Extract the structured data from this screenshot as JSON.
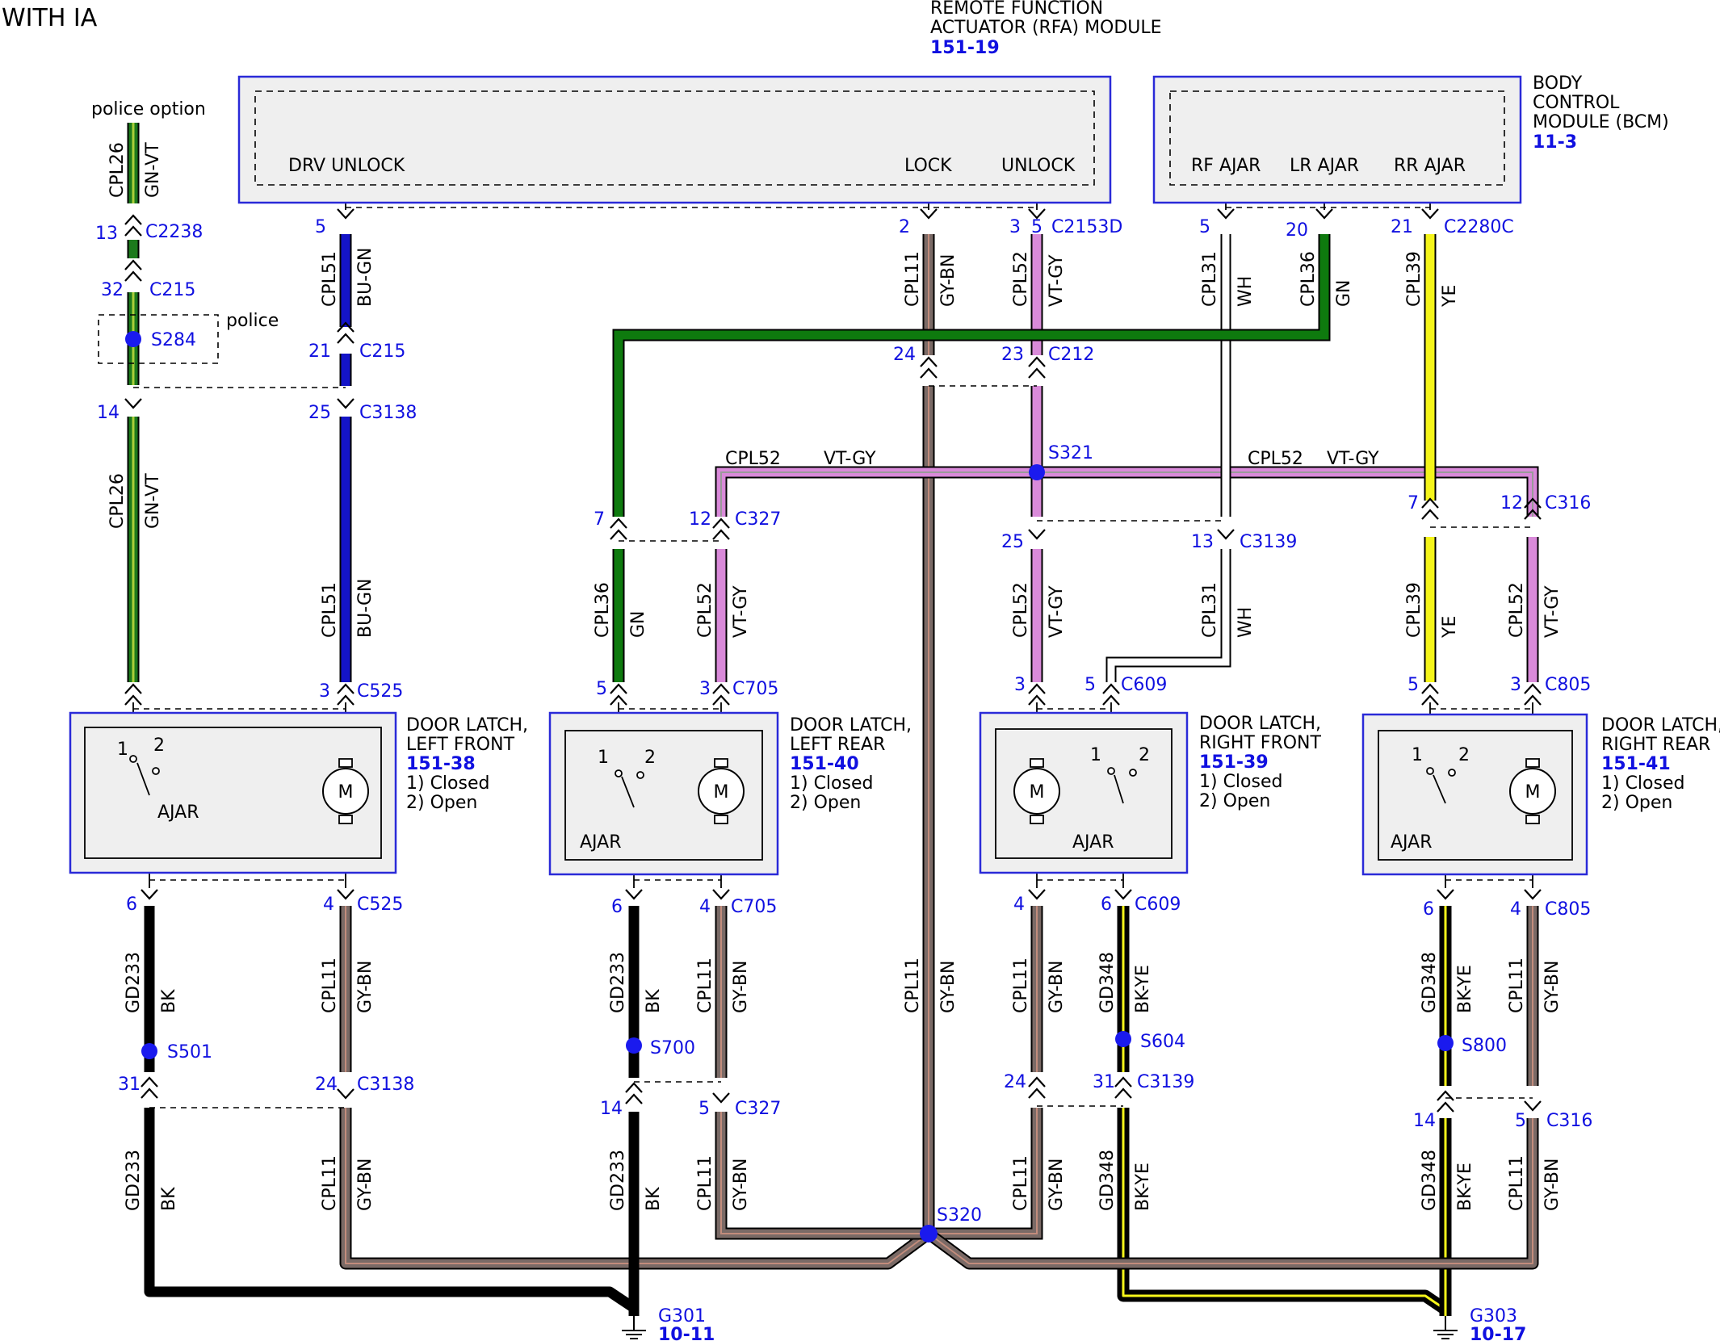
{
  "title": "WITH IA",
  "modules": {
    "rfa": {
      "line1": "REMOTE FUNCTION",
      "line2": "ACTUATOR (RFA) MODULE",
      "ref": "151-19",
      "pin_drv_unlock": "DRV UNLOCK",
      "pin_lock": "LOCK",
      "pin_unlock": "UNLOCK"
    },
    "bcm": {
      "line1": "BODY",
      "line2": "CONTROL",
      "line3": "MODULE (BCM)",
      "ref": "11-3",
      "pin_rf": "RF AJAR",
      "pin_lr": "LR AJAR",
      "pin_rr": "RR AJAR"
    }
  },
  "latches": [
    {
      "line1": "DOOR LATCH,",
      "line2": "LEFT FRONT",
      "ref": "151-38",
      "state1": "1) Closed",
      "state2": "2) Open",
      "ajar": "AJAR"
    },
    {
      "line1": "DOOR LATCH,",
      "line2": "LEFT REAR",
      "ref": "151-40",
      "state1": "1) Closed",
      "state2": "2) Open",
      "ajar": "AJAR"
    },
    {
      "line1": "DOOR LATCH,",
      "line2": "RIGHT FRONT",
      "ref": "151-39",
      "state1": "1) Closed",
      "state2": "2) Open",
      "ajar": "AJAR"
    },
    {
      "line1": "DOOR LATCH,",
      "line2": "RIGHT REAR",
      "ref": "151-41",
      "state1": "1) Closed",
      "state2": "2) Open",
      "ajar": "AJAR"
    }
  ],
  "switch_pos": {
    "p1": "1",
    "p2": "2"
  },
  "motor_label": "M",
  "police": {
    "option": "police option",
    "box": "police"
  },
  "grounds": [
    {
      "name": "G301",
      "ref": "10-11"
    },
    {
      "name": "G303",
      "ref": "10-17"
    }
  ],
  "pins": [
    {
      "id": "p1",
      "t": "13"
    },
    {
      "id": "p2",
      "t": "C2238"
    },
    {
      "id": "p3",
      "t": "32"
    },
    {
      "id": "p4",
      "t": "C215"
    },
    {
      "id": "p5",
      "t": "S284"
    },
    {
      "id": "p6",
      "t": "14"
    },
    {
      "id": "p7",
      "t": "5"
    },
    {
      "id": "p8",
      "t": "5"
    },
    {
      "id": "p9",
      "t": "C215"
    },
    {
      "id": "p10",
      "t": "21"
    },
    {
      "id": "p11",
      "t": "25"
    },
    {
      "id": "p12",
      "t": "C3138"
    },
    {
      "id": "p13",
      "t": "3"
    },
    {
      "id": "p14",
      "t": "C525"
    },
    {
      "id": "p15",
      "t": "2"
    },
    {
      "id": "p16",
      "t": "3"
    },
    {
      "id": "p17",
      "t": "C2153D"
    },
    {
      "id": "p18",
      "t": "24"
    },
    {
      "id": "p19",
      "t": "23"
    },
    {
      "id": "p20",
      "t": "C212"
    },
    {
      "id": "p21",
      "t": "S321"
    },
    {
      "id": "p22",
      "t": "5"
    },
    {
      "id": "p23",
      "t": "20"
    },
    {
      "id": "p24",
      "t": "21"
    },
    {
      "id": "p25",
      "t": "C2280C"
    },
    {
      "id": "p26",
      "t": "7"
    },
    {
      "id": "p27",
      "t": "12"
    },
    {
      "id": "p28",
      "t": "C327"
    },
    {
      "id": "p29",
      "t": "5"
    },
    {
      "id": "p30",
      "t": "3"
    },
    {
      "id": "p31",
      "t": "C705"
    },
    {
      "id": "p32",
      "t": "25"
    },
    {
      "id": "p33",
      "t": "13"
    },
    {
      "id": "p34",
      "t": "C3139"
    },
    {
      "id": "p35",
      "t": "3"
    },
    {
      "id": "p36",
      "t": "5"
    },
    {
      "id": "p37",
      "t": "C609"
    },
    {
      "id": "p38",
      "t": "7"
    },
    {
      "id": "p39",
      "t": "12"
    },
    {
      "id": "p40",
      "t": "C316"
    },
    {
      "id": "p41",
      "t": "5"
    },
    {
      "id": "p42",
      "t": "3"
    },
    {
      "id": "p43",
      "t": "C805"
    },
    {
      "id": "p44",
      "t": "6"
    },
    {
      "id": "p45",
      "t": "4"
    },
    {
      "id": "p46",
      "t": "C525"
    },
    {
      "id": "p47",
      "t": "S501"
    },
    {
      "id": "p48",
      "t": "31"
    },
    {
      "id": "p49",
      "t": "24"
    },
    {
      "id": "p50",
      "t": "C3138"
    },
    {
      "id": "p51",
      "t": "6"
    },
    {
      "id": "p52",
      "t": "4"
    },
    {
      "id": "p53",
      "t": "C705"
    },
    {
      "id": "p54",
      "t": "S700"
    },
    {
      "id": "p55",
      "t": "14"
    },
    {
      "id": "p56",
      "t": "5"
    },
    {
      "id": "p57",
      "t": "C327"
    },
    {
      "id": "p58",
      "t": "S320"
    },
    {
      "id": "p59",
      "t": "4"
    },
    {
      "id": "p60",
      "t": "6"
    },
    {
      "id": "p61",
      "t": "C609"
    },
    {
      "id": "p62",
      "t": "S604"
    },
    {
      "id": "p63",
      "t": "24"
    },
    {
      "id": "p64",
      "t": "31"
    },
    {
      "id": "p65",
      "t": "C3139"
    },
    {
      "id": "p66",
      "t": "6"
    },
    {
      "id": "p67",
      "t": "4"
    },
    {
      "id": "p68",
      "t": "C805"
    },
    {
      "id": "p69",
      "t": "S800"
    },
    {
      "id": "p70",
      "t": "14"
    },
    {
      "id": "p71",
      "t": "5"
    },
    {
      "id": "p72",
      "t": "C316"
    }
  ],
  "wire_labels": [
    {
      "id": "w1",
      "t": "CPL26"
    },
    {
      "id": "w2",
      "t": "GN-VT"
    },
    {
      "id": "w3",
      "t": "CPL26"
    },
    {
      "id": "w4",
      "t": "GN-VT"
    },
    {
      "id": "w5",
      "t": "CPL51"
    },
    {
      "id": "w6",
      "t": "BU-GN"
    },
    {
      "id": "w7",
      "t": "CPL51"
    },
    {
      "id": "w8",
      "t": "BU-GN"
    },
    {
      "id": "w9",
      "t": "CPL11"
    },
    {
      "id": "w10",
      "t": "GY-BN"
    },
    {
      "id": "w11",
      "t": "CPL52"
    },
    {
      "id": "w12",
      "t": "VT-GY"
    },
    {
      "id": "w13",
      "t": "CPL31"
    },
    {
      "id": "w14",
      "t": "WH"
    },
    {
      "id": "w15",
      "t": "CPL36"
    },
    {
      "id": "w16",
      "t": "GN"
    },
    {
      "id": "w17",
      "t": "CPL39"
    },
    {
      "id": "w18",
      "t": "YE"
    },
    {
      "id": "w19",
      "t": "CPL52"
    },
    {
      "id": "w20",
      "t": "VT-GY"
    },
    {
      "id": "w21",
      "t": "CPL52"
    },
    {
      "id": "w22",
      "t": "VT-GY"
    },
    {
      "id": "w23",
      "t": "CPL36"
    },
    {
      "id": "w24",
      "t": "GN"
    },
    {
      "id": "w25",
      "t": "CPL52"
    },
    {
      "id": "w26",
      "t": "VT-GY"
    },
    {
      "id": "w27",
      "t": "CPL52"
    },
    {
      "id": "w28",
      "t": "VT-GY"
    },
    {
      "id": "w29",
      "t": "CPL31"
    },
    {
      "id": "w30",
      "t": "WH"
    },
    {
      "id": "w31",
      "t": "CPL39"
    },
    {
      "id": "w32",
      "t": "YE"
    },
    {
      "id": "w33",
      "t": "CPL52"
    },
    {
      "id": "w34",
      "t": "VT-GY"
    },
    {
      "id": "w35",
      "t": "GD233"
    },
    {
      "id": "w36",
      "t": "BK"
    },
    {
      "id": "w37",
      "t": "CPL11"
    },
    {
      "id": "w38",
      "t": "GY-BN"
    },
    {
      "id": "w39",
      "t": "GD233"
    },
    {
      "id": "w40",
      "t": "BK"
    },
    {
      "id": "w41",
      "t": "CPL11"
    },
    {
      "id": "w42",
      "t": "GY-BN"
    },
    {
      "id": "w43",
      "t": "CPL11"
    },
    {
      "id": "w44",
      "t": "GY-BN"
    },
    {
      "id": "w45",
      "t": "CPL11"
    },
    {
      "id": "w46",
      "t": "GY-BN"
    },
    {
      "id": "w47",
      "t": "GD348"
    },
    {
      "id": "w48",
      "t": "BK-YE"
    },
    {
      "id": "w49",
      "t": "GD348"
    },
    {
      "id": "w50",
      "t": "BK-YE"
    },
    {
      "id": "w51",
      "t": "CPL11"
    },
    {
      "id": "w52",
      "t": "GY-BN"
    },
    {
      "id": "w53",
      "t": "GD233"
    },
    {
      "id": "w54",
      "t": "BK"
    },
    {
      "id": "w55",
      "t": "CPL11"
    },
    {
      "id": "w56",
      "t": "GY-BN"
    },
    {
      "id": "w57",
      "t": "GD233"
    },
    {
      "id": "w58",
      "t": "BK"
    },
    {
      "id": "w59",
      "t": "CPL11"
    },
    {
      "id": "w60",
      "t": "GY-BN"
    },
    {
      "id": "w61",
      "t": "CPL11"
    },
    {
      "id": "w62",
      "t": "GY-BN"
    },
    {
      "id": "w63",
      "t": "GD348"
    },
    {
      "id": "w64",
      "t": "BK-YE"
    },
    {
      "id": "w65",
      "t": "GD348"
    },
    {
      "id": "w66",
      "t": "BK-YE"
    },
    {
      "id": "w67",
      "t": "CPL11"
    },
    {
      "id": "w68",
      "t": "GY-BN"
    }
  ],
  "colors": {
    "gn_vt": "#1c7a1c",
    "bu_gn": "#1414c8",
    "gy_bn": "#7a6a66",
    "vt_gy": "#d98ad9",
    "wh": "#ffffff",
    "gn": "#0e7a0e",
    "ye": "#f5f51a",
    "bk": "#000000",
    "blue_ref": "#1010e0",
    "splice": "#1a1aee"
  }
}
